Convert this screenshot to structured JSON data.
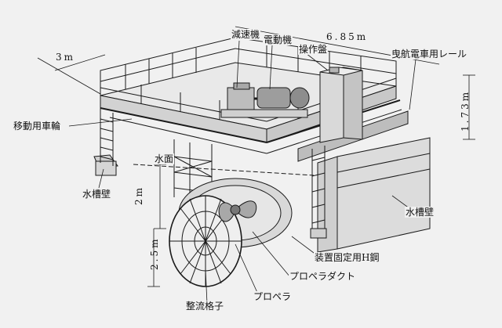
{
  "labels": {
    "dim_width": "6.85m",
    "dim_depth": "3m",
    "dim_height": "1.73m",
    "dim_upper": "2m",
    "dim_lower": "2.5m",
    "reducer": "減速機",
    "motor": "電動機",
    "control_panel": "操作盤",
    "carriage_rail": "曳航電車用レール",
    "moving_wheel": "移動用車輪",
    "water_surface": "水面",
    "tank_wall_left": "水槽壁",
    "tank_wall_right": "水槽壁",
    "h_steel": "装置固定用H鋼",
    "propeller_duct": "プロペラダクト",
    "propeller": "プロペラ",
    "flow_straightener": "整流格子"
  }
}
